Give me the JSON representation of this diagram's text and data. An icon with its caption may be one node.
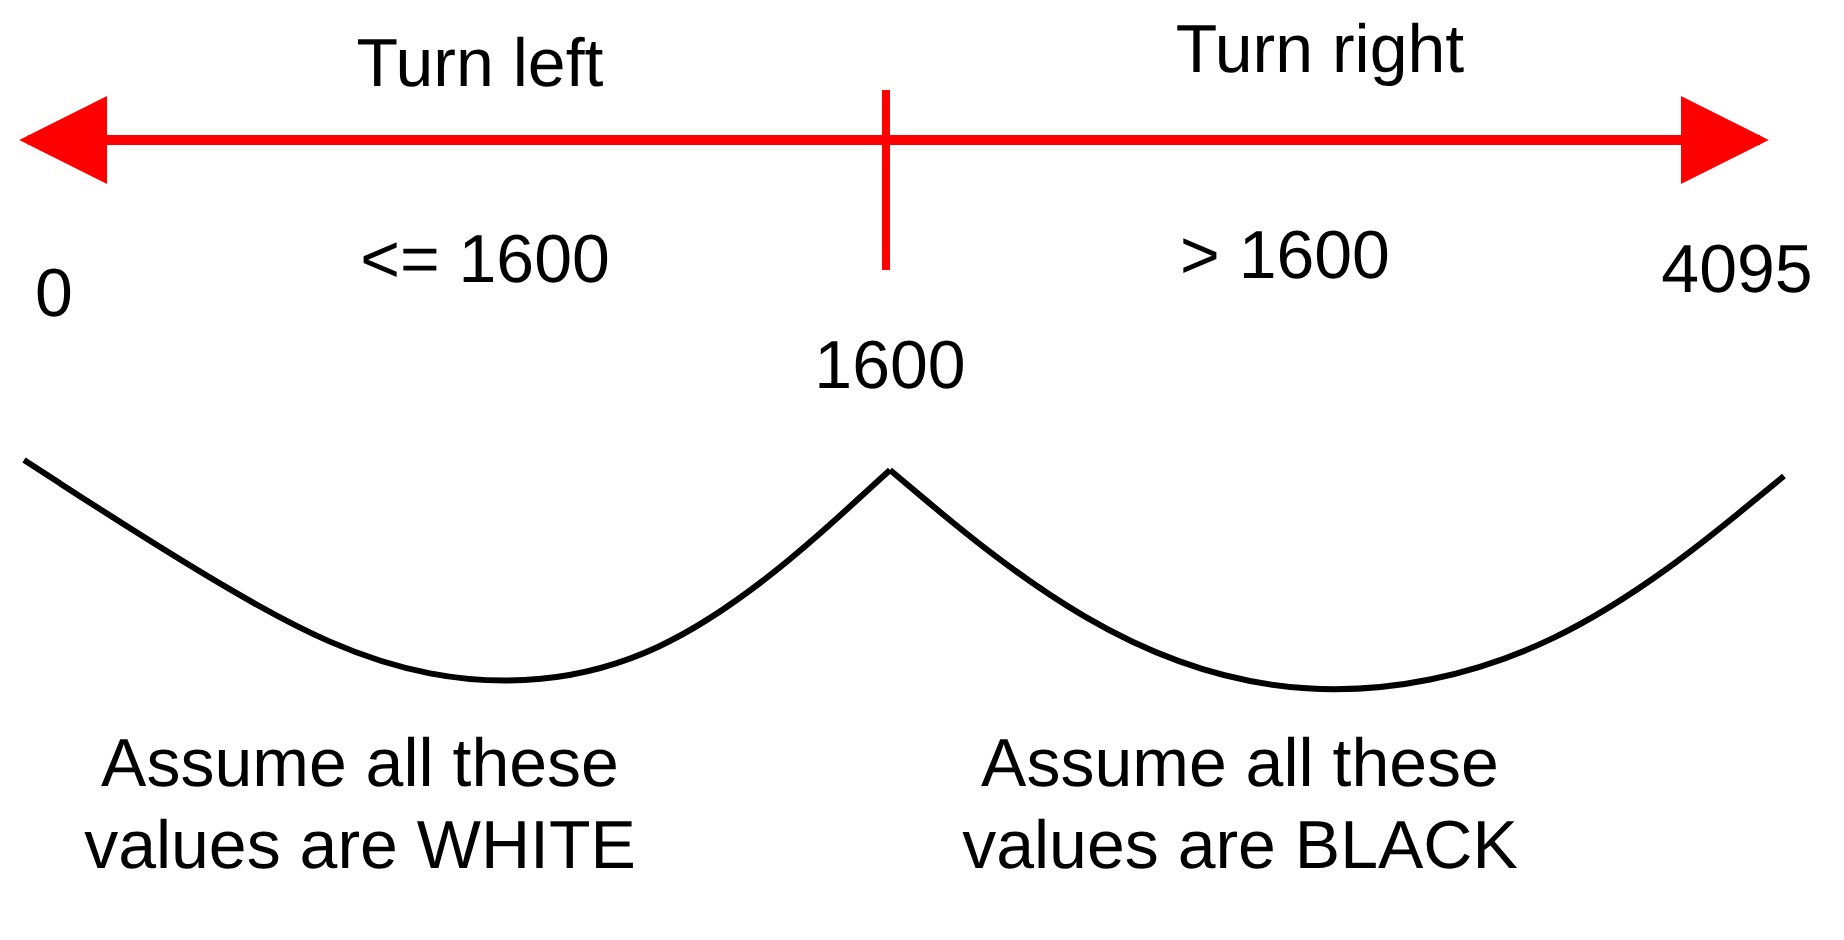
{
  "diagram": {
    "labels": [
      "Turn left",
      "Turn right",
      "0",
      "<= 1600",
      "> 1600",
      "4095",
      "1600",
      "Assume all these values are WHITE",
      "Assume all these values are BLACK"
    ]
  }
}
